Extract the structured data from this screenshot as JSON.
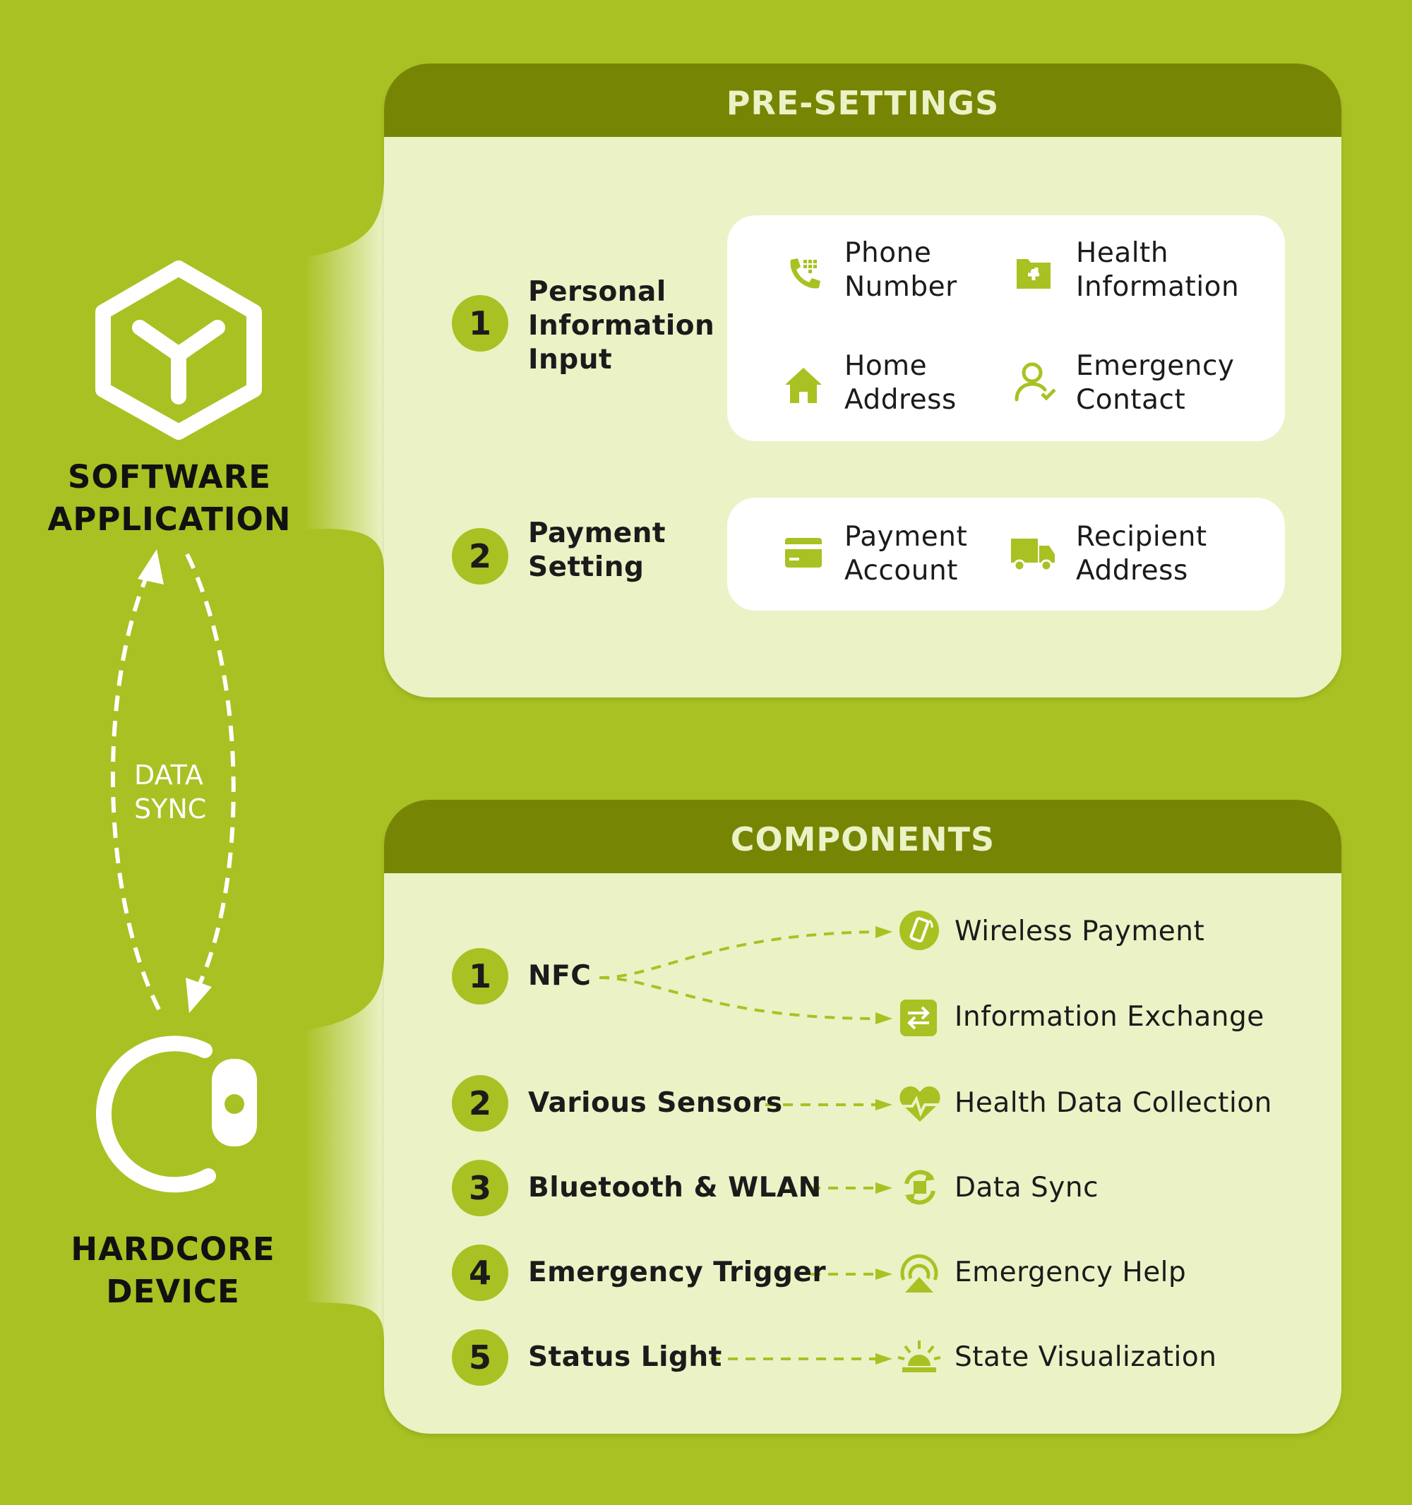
{
  "colors": {
    "background": "#a9c122",
    "header": "#778504",
    "panel": "#ebf2c6",
    "card": "#ffffff",
    "icon": "#a9c122"
  },
  "sides": {
    "software": "SOFTWARE\nAPPLICATION",
    "hardware": "HARDCORE\nDEVICE",
    "sync": "DATA\nSYNC"
  },
  "presettings": {
    "title": "PRE-SETTINGS",
    "groups": [
      {
        "number": "1",
        "label": "Personal\nInformation\nInput",
        "items": [
          {
            "icon": "phone-icon",
            "text": "Phone\nNumber"
          },
          {
            "icon": "health-folder-icon",
            "text": "Health\nInformation"
          },
          {
            "icon": "home-icon",
            "text": "Home\nAddress"
          },
          {
            "icon": "contact-icon",
            "text": "Emergency\nContact"
          }
        ]
      },
      {
        "number": "2",
        "label": "Payment\nSetting",
        "items": [
          {
            "icon": "card-icon",
            "text": "Payment\nAccount"
          },
          {
            "icon": "truck-icon",
            "text": "Recipient\nAddress"
          }
        ]
      }
    ]
  },
  "components": {
    "title": "COMPONENTS",
    "rows": [
      {
        "number": "1",
        "label": "NFC",
        "outputs": [
          {
            "icon": "wireless-payment-icon",
            "text": "Wireless Payment"
          },
          {
            "icon": "exchange-icon",
            "text": "Information Exchange"
          }
        ]
      },
      {
        "number": "2",
        "label": "Various Sensors",
        "outputs": [
          {
            "icon": "heartbeat-icon",
            "text": "Health Data Collection"
          }
        ]
      },
      {
        "number": "3",
        "label": "Bluetooth & WLAN",
        "outputs": [
          {
            "icon": "sync-icon",
            "text": "Data Sync"
          }
        ]
      },
      {
        "number": "4",
        "label": "Emergency Trigger",
        "outputs": [
          {
            "icon": "alarm-icon",
            "text": "Emergency Help"
          }
        ]
      },
      {
        "number": "5",
        "label": "Status Light",
        "outputs": [
          {
            "icon": "light-icon",
            "text": "State Visualization"
          }
        ]
      }
    ]
  }
}
